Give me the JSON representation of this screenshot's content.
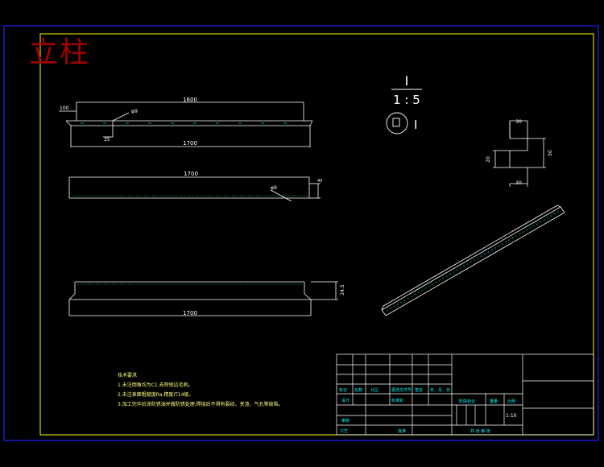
{
  "drawing": {
    "title": "立柱",
    "scale_label": "1:10",
    "detail": {
      "label": "I",
      "scale": "1 : 5",
      "marker": "I"
    },
    "view1": {
      "dim_top": "1600",
      "dim_left": "100",
      "dim_hole": "φ9",
      "dim_offset": "35",
      "dim_bottom": "1700"
    },
    "view2": {
      "dim_top": "1700",
      "dim_hole": "φ9",
      "dim_side": "40"
    },
    "view3": {
      "dim_side": "24.5",
      "dim_bottom": "1700"
    },
    "section": {
      "dim_top": "30",
      "dim_right": "50",
      "dim_left": "20",
      "dim_bottom": "30"
    },
    "notes": {
      "heading": "技术要求",
      "lines": [
        "1.未注倒角均为C1,去除锐边毛刺。",
        "2.未注表面粗糙度Ra,精度IT14级。",
        "3.加工完毕后涂防锈油并做防锈处理,焊接后不得有裂纹、夹渣、气孔等缺陷。"
      ]
    },
    "title_block": {
      "labels": [
        "标记",
        "处数",
        "分区",
        "更改文件号",
        "签名",
        "年、月、日"
      ],
      "row_labels": [
        "设计",
        "标准化"
      ],
      "audit": "审核",
      "process": "工艺",
      "approve": "批准",
      "stage_label": "阶段标记",
      "weight_label": "重量",
      "scale_header": "比例",
      "sheet_info": "共  张  第  张"
    }
  }
}
